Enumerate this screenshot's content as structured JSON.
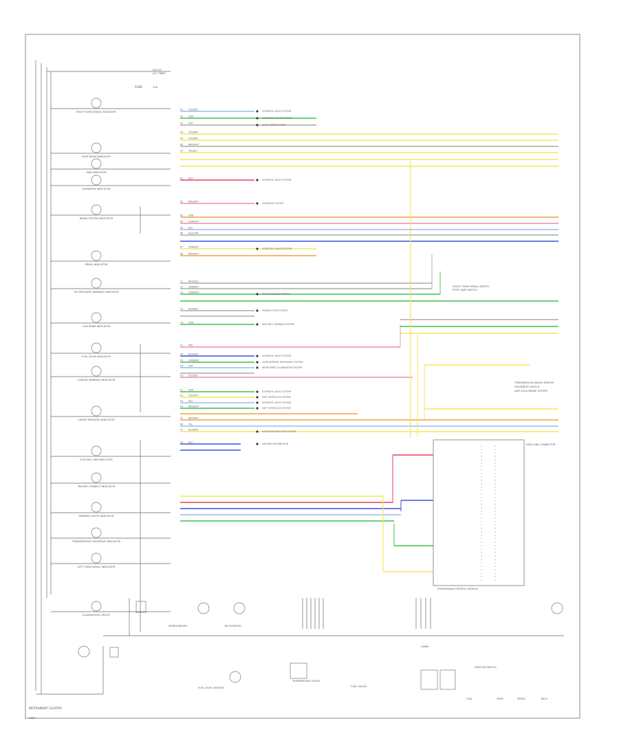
{
  "footer": {
    "title": "INSTRUMENT CLUSTER",
    "code": "C6667"
  },
  "colors": {
    "yellow": "#f5e65a",
    "green": "#3cc24a",
    "blue": "#3a4fe0",
    "red": "#e8415a",
    "orange": "#f0a040",
    "gray": "#aaaaaa",
    "pink": "#f08ca0",
    "lightblue": "#9ab8f0",
    "cyan": "#80d8f0"
  },
  "top_right": {
    "c1": "HOT AT",
    "c2": "ALL TIMES",
    "fuse": "FUSE",
    "fuse_no": "10A"
  },
  "left_components": [
    {
      "name": "RIGHT TURN SIGNAL INDICATOR"
    },
    {
      "name": "HIGH BEAM INDICATOR"
    },
    {
      "name": "4WD INDICATOR"
    },
    {
      "name": "ELDHBEAM INDICATOR"
    },
    {
      "name": "BRAKE SYSTEM INDICATOR"
    },
    {
      "name": "PRNDL INDICATOR"
    },
    {
      "name": "OIL PRESSURE WARNING INDICATOR"
    },
    {
      "name": "LOW BEAM INDICATOR"
    },
    {
      "name": "FUEL DOOR INDICATOR"
    },
    {
      "name": "CHARGE WARNING INDICATOR"
    },
    {
      "name": "CRUISE ENGAGED INDICATOR"
    },
    {
      "name": "ELECTRIC LINE INDICATOR"
    },
    {
      "name": "TRAILER CONNECT INDICATOR"
    },
    {
      "name": "PARKING LIGHTS INDICATOR"
    },
    {
      "name": "TRANSMISSION OVERDRIVE INDICATOR"
    },
    {
      "name": "LEFT TURN SIGNAL INDICATOR"
    },
    {
      "name": "ILLUMINATION CIRCUIT"
    }
  ],
  "pin_labels": [
    {
      "id": "A1",
      "label": "YEL/RED",
      "desc": "EXTERIOR LIGHTS SYSTEM"
    },
    {
      "id": "A2",
      "label": "GRN",
      "desc": "COURTESY LIGHTS SYSTEM"
    },
    {
      "id": "A3",
      "label": "GRY",
      "desc": "AUTO LAMPS SYSTEM"
    },
    {
      "id": "A4",
      "label": "YEL/BRN",
      "desc": ""
    },
    {
      "id": "A5",
      "label": "YEL/BRN",
      "desc": ""
    },
    {
      "id": "A6",
      "label": "BRN/WHT",
      "desc": ""
    },
    {
      "id": "A7",
      "label": "YEL/BLU",
      "desc": ""
    },
    {
      "id": "B1",
      "label": "RED",
      "desc": "EXTERIOR LIGHTS SYSTEM"
    },
    {
      "id": "B2",
      "label": "BRN/WHT",
      "desc": "CHARGING SYSTEM"
    },
    {
      "id": "B3",
      "label": "GRN",
      "desc": ""
    },
    {
      "id": "B4",
      "label": "ORN/WHT",
      "desc": ""
    },
    {
      "id": "B5",
      "label": "BLU",
      "desc": ""
    },
    {
      "id": "B6",
      "label": "BLU/ORN",
      "desc": ""
    },
    {
      "id": "B7",
      "label": "ORN/RED",
      "desc": "COURTESY LIGHTS SYSTEM"
    },
    {
      "id": "B8",
      "label": "BRN/WHT",
      "desc": ""
    },
    {
      "id": "C1",
      "label": "WHT/BLU",
      "desc": ""
    },
    {
      "id": "C2",
      "label": "GRN/RED",
      "desc": ""
    },
    {
      "id": "C3",
      "label": "GRN/WHT",
      "desc": "FLOOR CONSOLE SWITCH"
    },
    {
      "id": "C4",
      "label": "BLU/WHT",
      "desc": "POWER LOCKS SYSTEM"
    },
    {
      "id": "C5",
      "label": "GRN",
      "desc": "SEAT BELT WARNING SYSTEM"
    },
    {
      "id": "D1",
      "label": "PNK",
      "desc": ""
    },
    {
      "id": "D2",
      "label": "BLU/WHT",
      "desc": "EXTERIOR LIGHTS SYSTEM"
    },
    {
      "id": "D3",
      "label": "GRN/BRN",
      "desc": "SUPPLEMENTAL RESTRAINTS SYSTEM"
    },
    {
      "id": "D4",
      "label": "GRY",
      "desc": "INSTRUMENT ILLUMINATION SYSTEM"
    },
    {
      "id": "D5",
      "label": "YEL/RED",
      "desc": ""
    },
    {
      "id": "E1",
      "label": "GRN",
      "desc": "EXTERIOR LIGHTS SYSTEM"
    },
    {
      "id": "E2",
      "label": "YEL/WHT",
      "desc": "SHIFT INTERLOCK SYSTEM"
    },
    {
      "id": "E3",
      "label": "BLU",
      "desc": "EXTERIOR LIGHTS SYSTEM"
    },
    {
      "id": "E4",
      "label": "BRN/WHT",
      "desc": "SHIFT INTERLOCK SYSTEM"
    },
    {
      "id": "E5",
      "label": "BRN/WHT",
      "desc": ""
    },
    {
      "id": "E6",
      "label": "YEL",
      "desc": ""
    },
    {
      "id": "E7",
      "label": "BLU/BRN",
      "desc": "POWER DISTRIBUTION SYSTEM"
    },
    {
      "id": "E8",
      "label": "BLU",
      "desc": "GROUND DISTRIBUTION"
    }
  ],
  "right_labels": {
    "r1": "STATIC TURN SIGNAL SWITCH",
    "r2": "STOP LAMP SWITCH",
    "r3": "TRANSMISSION RANGE SENSOR",
    "r4": "OVERDRIVE SWITCH",
    "r5": "ANTI-LOCK BRAKE SYSTEM",
    "r6": "DATA LINK CONNECTOR",
    "lower": "POWERTRAIN CONTROL MODULE",
    "ground": "GROUND DISTRIBUTION"
  },
  "bottom": {
    "b1": "FUEL LEVEL SENSOR",
    "b2": "SPEEDOMETER",
    "b3": "TACHOMETER",
    "b4": "TEMPERATURE GAUGE",
    "b5": "FUEL GAUGE",
    "b6": "CHIME",
    "b7": "IGNITION SWITCH"
  },
  "bottom_row_labels": {
    "l1": "FUEL",
    "l2": "TEMP",
    "l3": "SPEED",
    "l4": "TACH"
  }
}
